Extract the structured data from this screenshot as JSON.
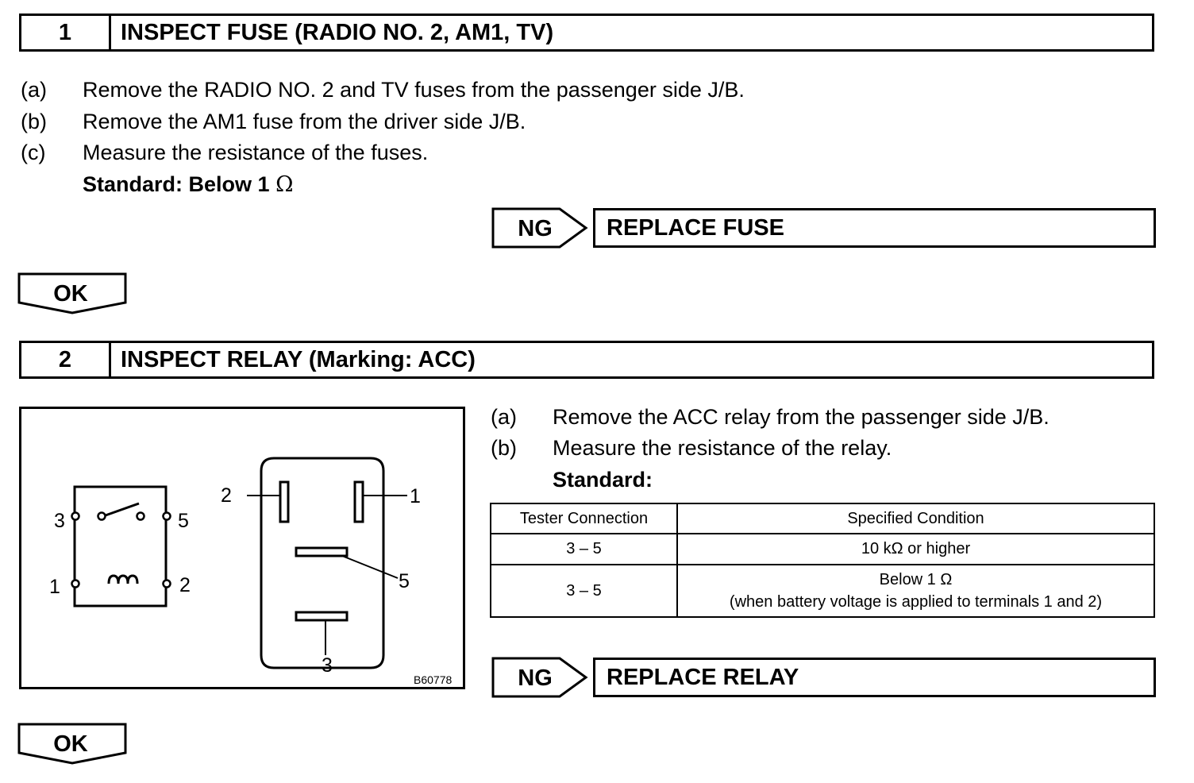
{
  "step1": {
    "number": "1",
    "title": "INSPECT FUSE (RADIO NO. 2, AM1, TV)",
    "instructions": [
      {
        "letter": "(a)",
        "text": "Remove the RADIO NO. 2 and TV fuses from the passenger side J/B."
      },
      {
        "letter": "(b)",
        "text": "Remove the AM1 fuse from the driver side J/B."
      },
      {
        "letter": "(c)",
        "text": "Measure the resistance of the fuses."
      }
    ],
    "standard_label": "Standard: Below 1",
    "standard_unit": "Ω",
    "ng_label": "NG",
    "ng_action": "REPLACE FUSE",
    "ok_label": "OK"
  },
  "step2": {
    "number": "2",
    "title": "INSPECT RELAY (Marking: ACC)",
    "instructions": [
      {
        "letter": "(a)",
        "text": "Remove the ACC relay from the passenger side J/B."
      },
      {
        "letter": "(b)",
        "text": "Measure the resistance of the relay."
      }
    ],
    "standard_label": "Standard:",
    "table": {
      "headers": [
        "Tester Connection",
        "Specified Condition"
      ],
      "rows": [
        {
          "connection": "3 – 5",
          "condition": "10 kΩ or higher",
          "condition_note": ""
        },
        {
          "connection": "3 – 5",
          "condition": "Below 1 Ω",
          "condition_note": "(when battery voltage is applied to terminals 1 and 2)"
        }
      ]
    },
    "figure": {
      "schematic_terminals": {
        "t3": "3",
        "t5": "5",
        "t1": "1",
        "t2": "2"
      },
      "relay_terminals": {
        "t2": "2",
        "t1": "1",
        "t5": "5",
        "t3": "3"
      },
      "figure_code": "B60778"
    },
    "ng_label": "NG",
    "ng_action": "REPLACE RELAY",
    "ok_label": "OK"
  }
}
